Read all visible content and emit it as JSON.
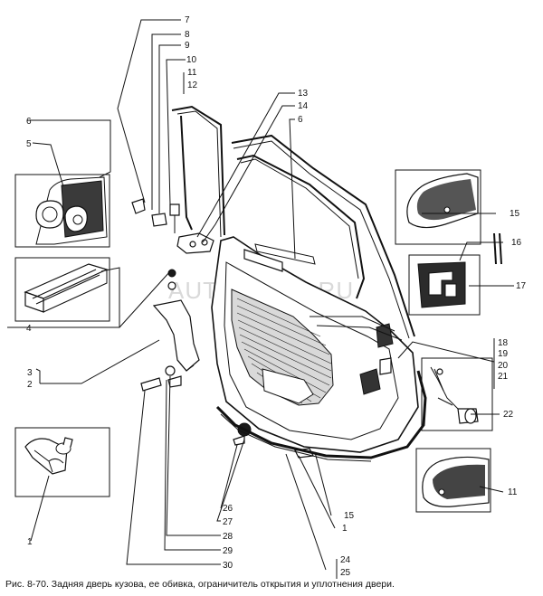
{
  "caption": "Рис. 8-70. Задняя дверь кузова, ее обивка, ограничитель открытия и уплотнения двери.",
  "watermark": "AUTOPITER.RU",
  "callouts": {
    "c7": "7",
    "c8": "8",
    "c9": "9",
    "c10": "10",
    "c11": "11",
    "c12": "12",
    "c13": "13",
    "c14": "14",
    "c6a": "6",
    "c6b": "6",
    "c5": "5",
    "c4": "4",
    "c3": "3",
    "c2": "2",
    "c15a": "15",
    "c16": "16",
    "c17": "17",
    "c18": "18",
    "c19": "19",
    "c20": "20",
    "c21": "21",
    "c22": "22",
    "c11b": "11",
    "c15b": "15",
    "c1a": "1",
    "c1b": "1",
    "c26": "26",
    "c27": "27",
    "c28": "28",
    "c29": "29",
    "c30": "30",
    "c24": "24",
    "c25": "25"
  }
}
